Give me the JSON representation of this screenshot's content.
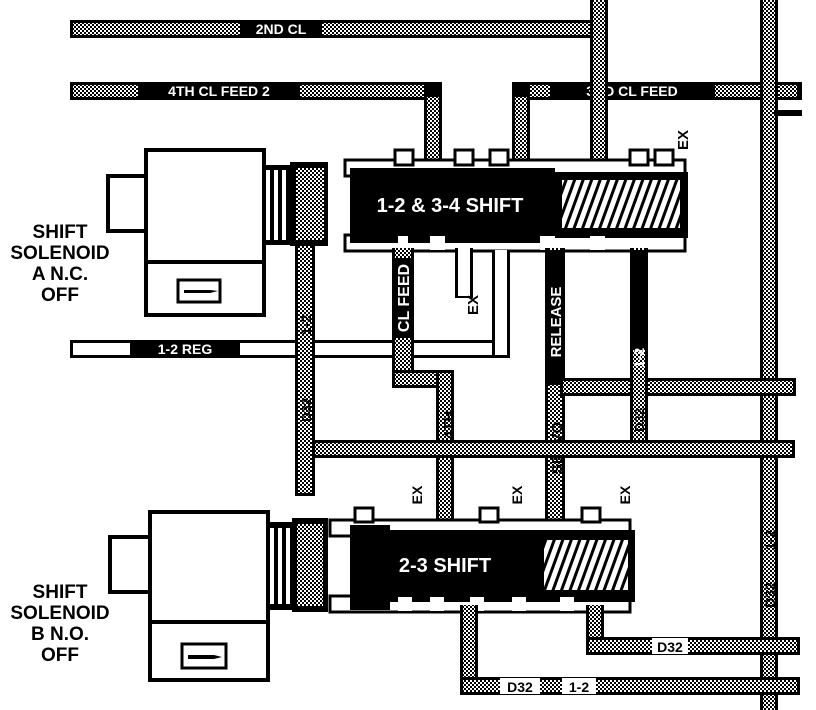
{
  "solenoid_a": {
    "line1": "SHIFT",
    "line2": "SOLENOID",
    "line3": "A  N.C.",
    "line4": "OFF"
  },
  "solenoid_b": {
    "line1": "SHIFT",
    "line2": "SOLENOID",
    "line3": "B  N.O.",
    "line4": "OFF"
  },
  "valves": {
    "shift_12_34": "1-2 & 3-4 SHIFT",
    "shift_23": "2-3 SHIFT"
  },
  "passages": {
    "second_cl": "2ND CL",
    "fourth_cl_feed_2": "4TH CL FEED 2",
    "third_cl_feed": "3RD CL FEED",
    "reg_12": "1-2 REG",
    "cl_feed": "CL FEED",
    "release": "RELEASE",
    "servo": "SERVO",
    "fourth": "4TH",
    "ex": "EX",
    "one_two": "1-2",
    "d32": "D32"
  }
}
